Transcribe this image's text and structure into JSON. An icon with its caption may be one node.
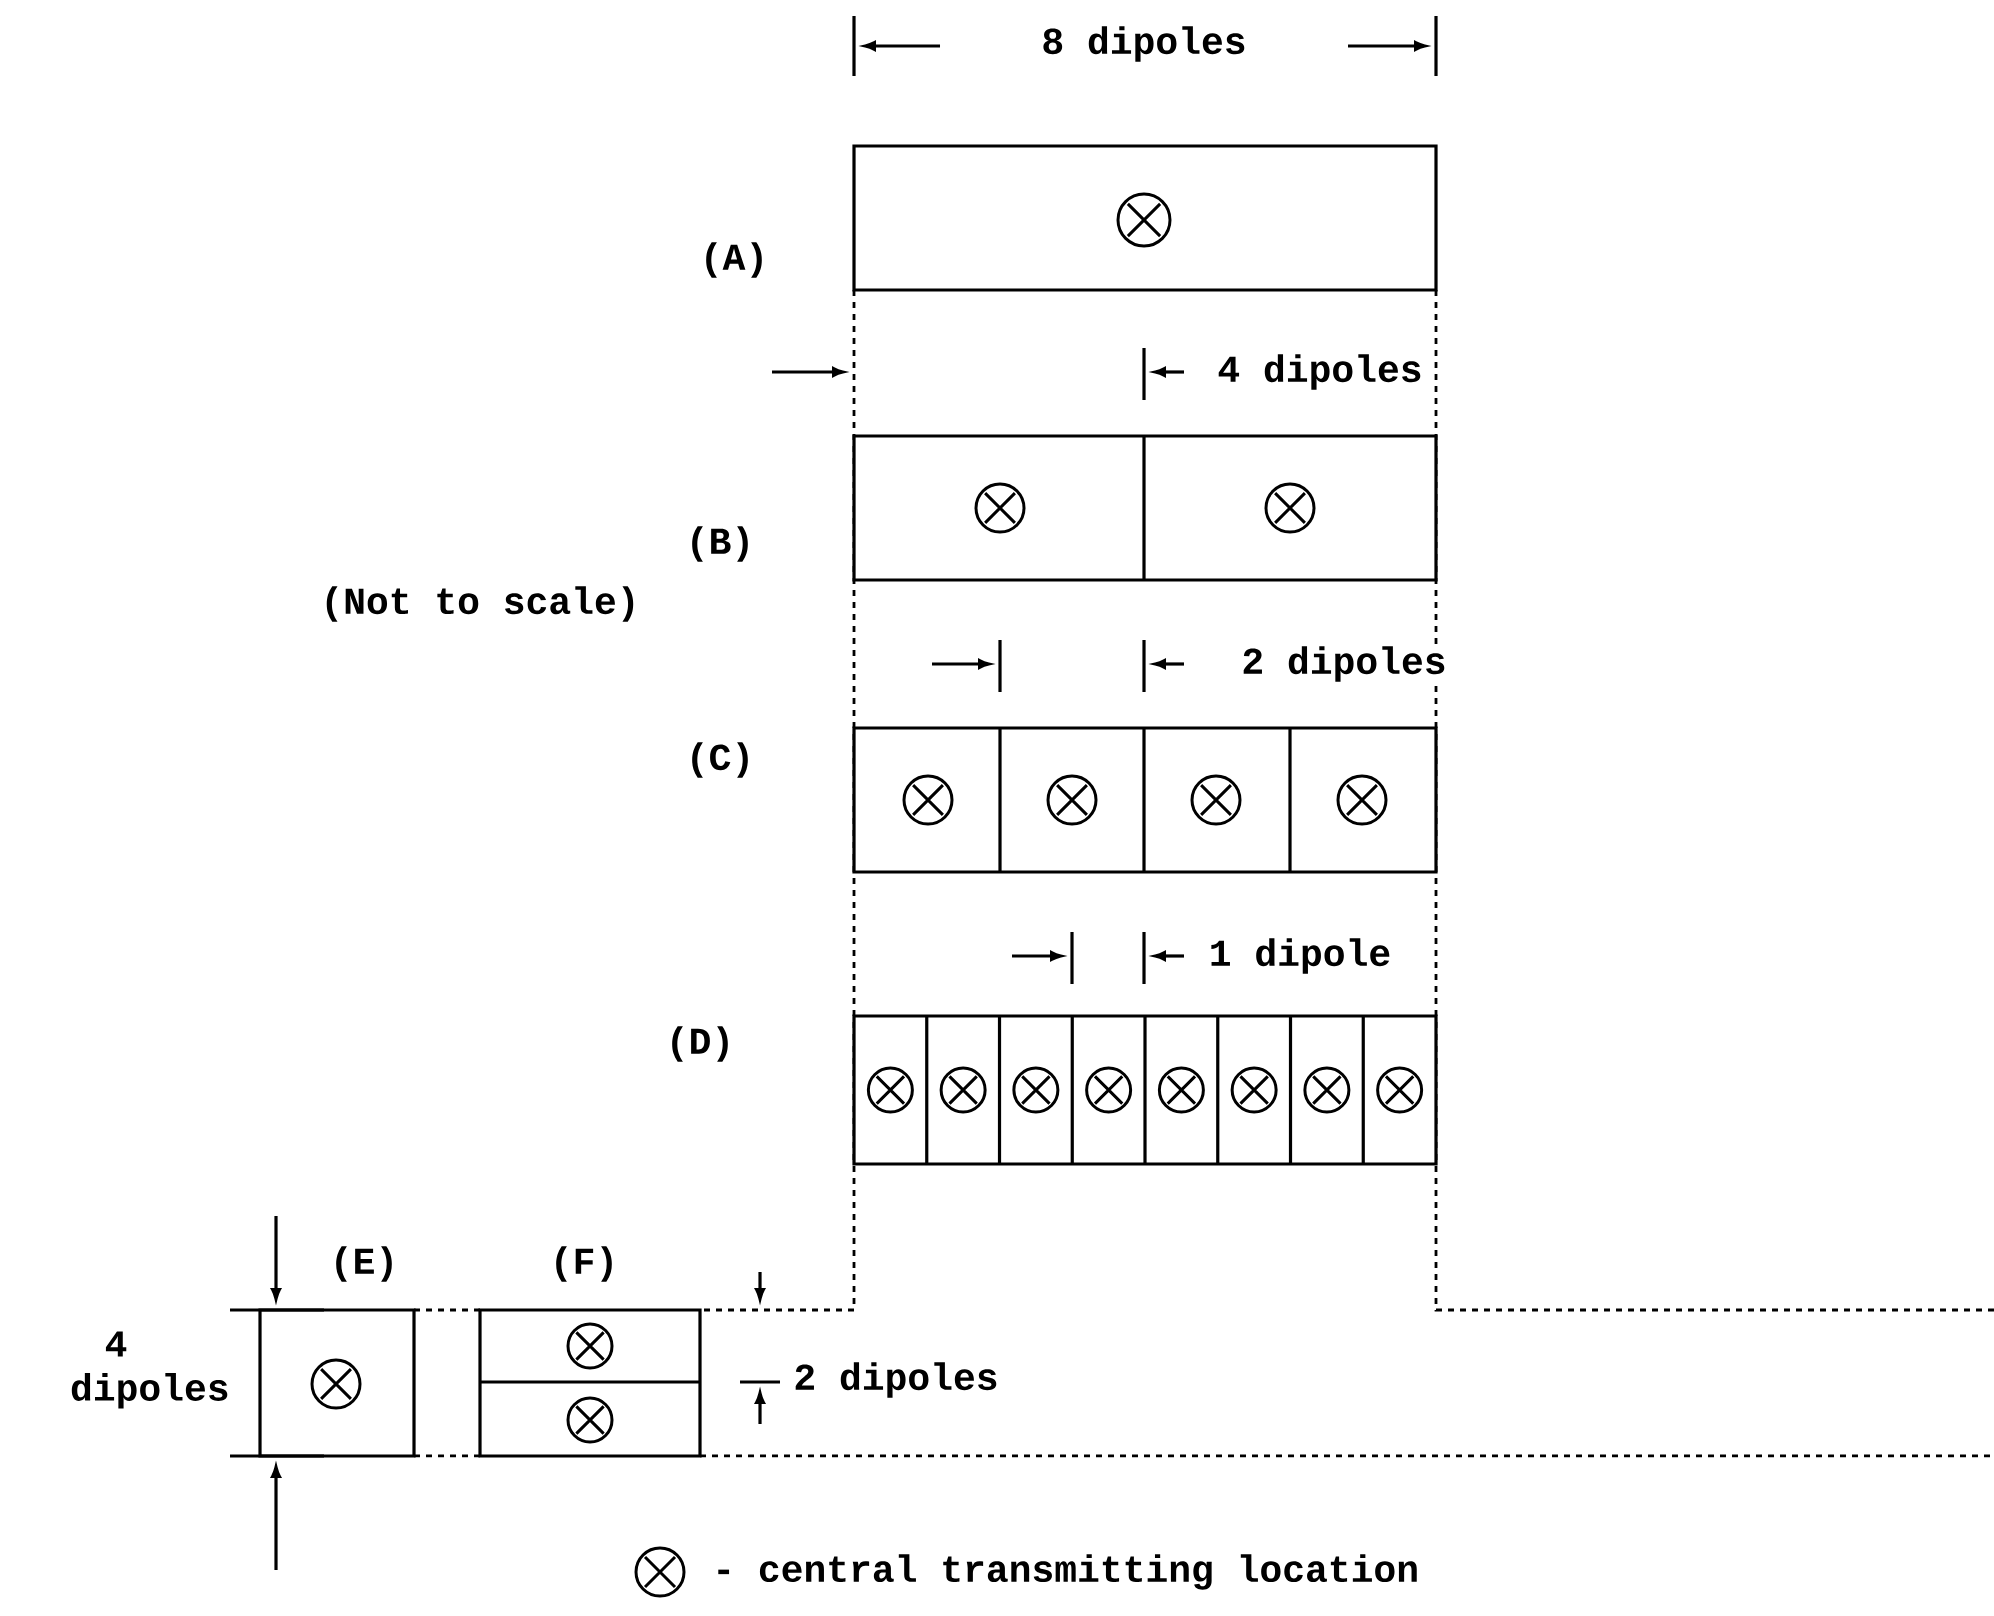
{
  "diagram": {
    "labels": [
      "8 dipoles",
      "(A)",
      "4 dipoles",
      "(B)",
      "(Not to scale)",
      "2 dipoles",
      "(C)",
      "1 dipole",
      "(D)",
      "(E)",
      "(F)",
      "4 dipoles",
      "2 dipoles"
    ],
    "legend": [
      {
        "text": "- central transmitting location"
      }
    ]
  }
}
